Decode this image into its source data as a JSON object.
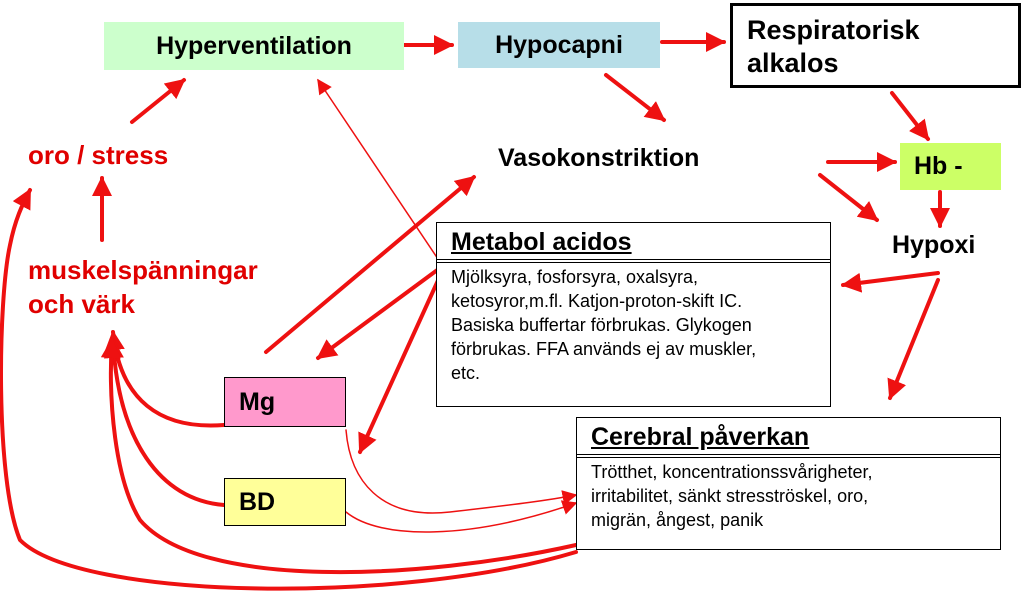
{
  "diagram": {
    "nodes": {
      "hyperventilation": "Hyperventilation",
      "hypokapni": "Hypocapni",
      "respiratorisk_alkalos": [
        "Respiratorisk",
        "alkalos"
      ],
      "hb": "Hb -",
      "vasokonstriktion": "Vasokonstriktion",
      "hypoxi": "Hypoxi",
      "oro_stress": "oro / stress",
      "muskelspanningar": [
        "muskelspänningar",
        "och värk"
      ],
      "mg": "Mg",
      "bd": "BD",
      "metabol_acidos": {
        "title": "Metabol acidos",
        "lines": [
          "Mjölksyra, fosforsyra, oxalsyra,",
          "ketosyror,m.fl. Katjon-proton-skift IC.",
          "Basiska buffertar förbrukas. Glykogen",
          "förbrukas. FFA används ej av muskler,",
          "etc."
        ]
      },
      "cerebral_paverkan": {
        "title": "Cerebral påverkan",
        "lines": [
          "Trötthet, koncentrationssvårigheter,",
          "irritabilitet, sänkt stresströskel, oro,",
          "migrän, ångest, panik"
        ]
      }
    },
    "edges": [
      {
        "from": "hyperventilation",
        "to": "hypokapni"
      },
      {
        "from": "hypokapni",
        "to": "respiratorisk_alkalos"
      },
      {
        "from": "hypokapni",
        "to": "vasokonstriktion"
      },
      {
        "from": "respiratorisk_alkalos",
        "to": "hb"
      },
      {
        "from": "vasokonstriktion",
        "to": "hb"
      },
      {
        "from": "vasokonstriktion",
        "to": "hypoxi"
      },
      {
        "from": "hb",
        "to": "hypoxi"
      },
      {
        "from": "hypoxi",
        "to": "metabol_acidos"
      },
      {
        "from": "hypoxi",
        "to": "cerebral_paverkan"
      },
      {
        "from": "oro_stress",
        "to": "hyperventilation"
      },
      {
        "from": "muskelspanningar",
        "to": "oro_stress"
      },
      {
        "from": "metabol_acidos",
        "to": "hyperventilation"
      },
      {
        "from": "metabol_acidos",
        "to": "mg"
      },
      {
        "from": "metabol_acidos",
        "to": "bd"
      },
      {
        "from": "mg",
        "to": "vasokonstriktion"
      },
      {
        "from": "mg",
        "to": "muskelspanningar"
      },
      {
        "from": "bd",
        "to": "muskelspanningar"
      },
      {
        "from": "mg",
        "to": "cerebral_paverkan"
      },
      {
        "from": "bd",
        "to": "cerebral_paverkan"
      },
      {
        "from": "cerebral_paverkan",
        "to": "muskelspanningar"
      },
      {
        "from": "cerebral_paverkan",
        "to": "oro_stress"
      }
    ],
    "colors": {
      "arrow": "#ee1111",
      "hyperventilation_fill": "#ccffcc",
      "hypokapni_fill": "#b7dee8",
      "hb_fill": "#ccff66",
      "mg_fill": "#ff99cc",
      "bd_fill": "#ffff99",
      "red_text": "#e00000"
    }
  }
}
